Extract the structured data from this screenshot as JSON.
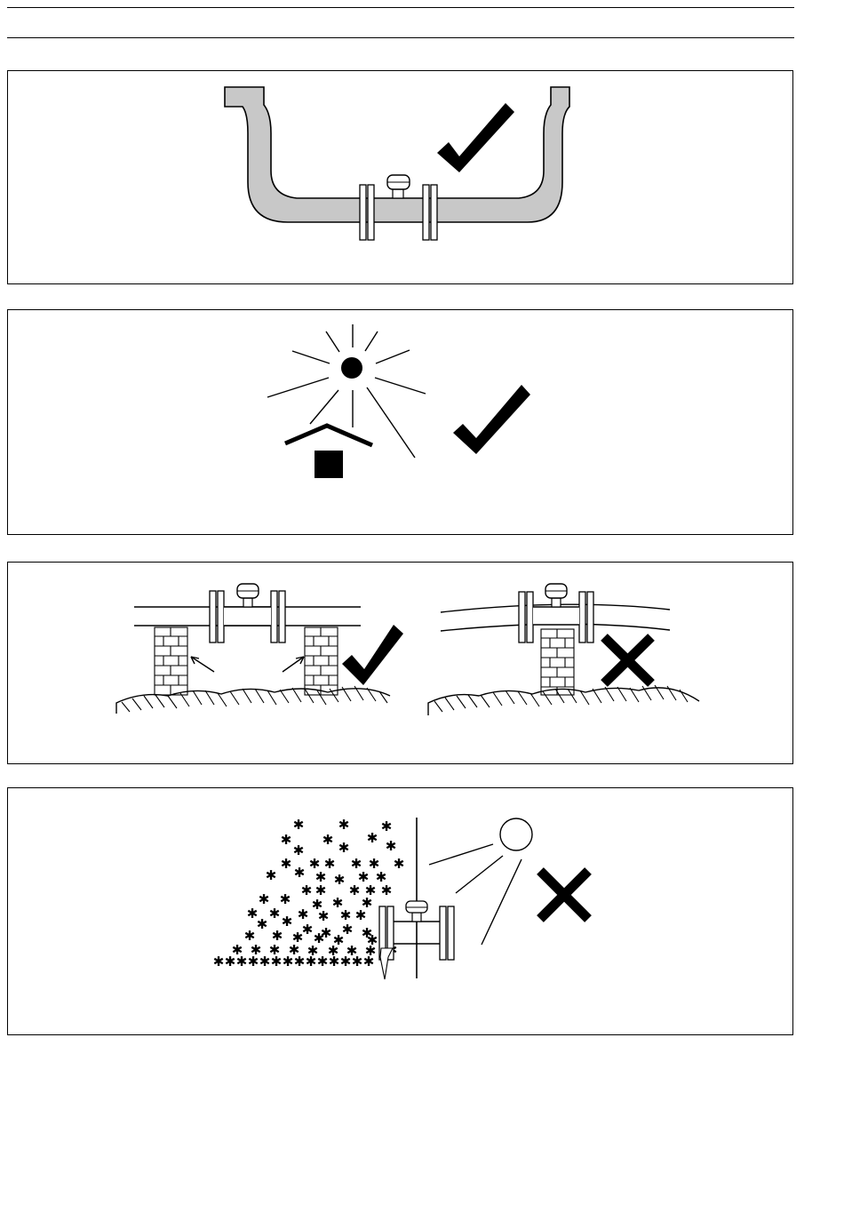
{
  "panels": [
    {
      "id": "pipe-u-bend",
      "verdict": "correct",
      "icon": "check-icon"
    },
    {
      "id": "sun-shade",
      "verdict": "correct",
      "icon": "check-icon"
    },
    {
      "id": "pipe-supports",
      "verdicts": [
        "correct",
        "incorrect"
      ],
      "icons": [
        "check-icon",
        "cross-icon"
      ]
    },
    {
      "id": "snow-sun-exposure",
      "verdict": "incorrect",
      "icon": "cross-icon"
    }
  ],
  "colors": {
    "ink": "#000000",
    "pipe_fill": "#c8c8c8",
    "background": "#ffffff"
  }
}
